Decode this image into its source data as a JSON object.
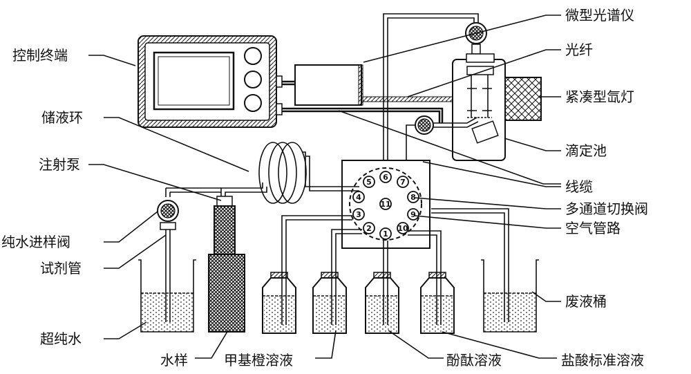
{
  "labels": {
    "control_terminal": "控制终端",
    "storage_loop": "储液环",
    "syringe_pump": "注射泵",
    "water_inlet_valve": "纯水进样阀",
    "reagent_tube": "试剂管",
    "ultrapure_water": "超纯水",
    "water_sample": "水样",
    "methyl_orange": "甲基橙溶液",
    "phenolphthalein": "酚酞溶液",
    "hcl_standard": "盐酸标准溶液",
    "waste_bucket": "废液桶",
    "air_line": "空气管路",
    "multi_valve": "多通道切换阀",
    "cable": "线缆",
    "titration_cell": "滴定池",
    "xenon_lamp": "紧凑型氙灯",
    "optical_fiber": "光纤",
    "micro_spectrometer": "微型光谱仪"
  },
  "valve_ports": {
    "p1": "1",
    "p2": "2",
    "p3": "3",
    "p4": "4",
    "p5": "5",
    "p6": "6",
    "p7": "7",
    "p8": "8",
    "p9": "9",
    "p10": "10",
    "p11": "11"
  }
}
